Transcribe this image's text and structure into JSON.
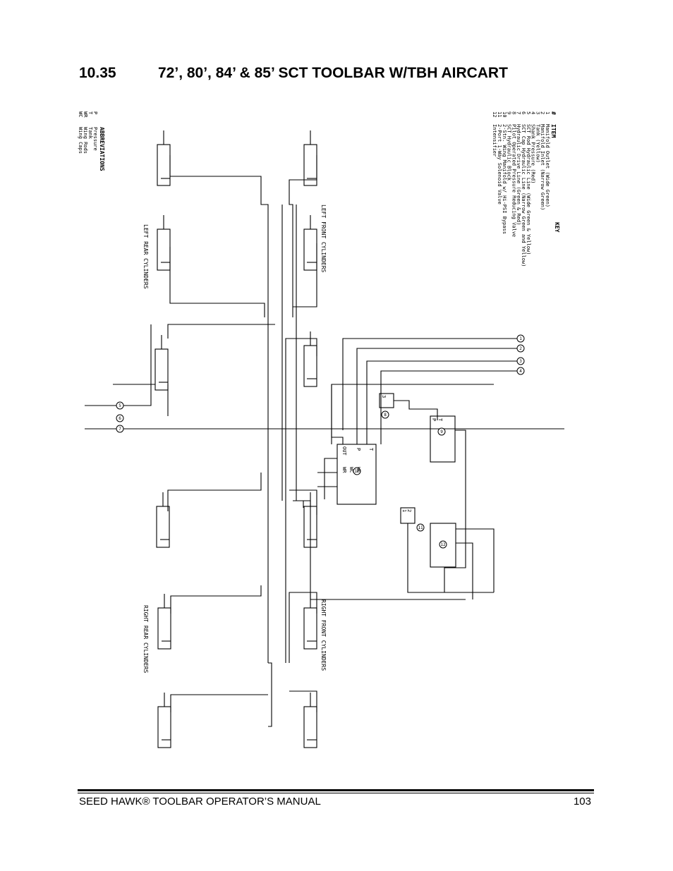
{
  "heading": {
    "number": "10.35",
    "title": "72’, 80’, 84’ & 85’ SCT TOOLBAR W/TBH AIRCART"
  },
  "diagram": {
    "key": {
      "title": "KEY",
      "col_number": "#",
      "col_item": "ITEM",
      "items": [
        "Manifold Outlet (Wide Green)",
        "Manifold Inlet (Narrow Green)",
        "Tank (Yellow)",
        "Shank Pressure (Red)",
        "SCT Rod Hydraulic Line (Wide Green & Yellow)",
        "SCT Cap Hydraulic Line (Narrow Green and Yellow)",
        "Hydraulic Drive Line (Green & Red)",
        "Pilot Operated Pressure Reducing Valve",
        "SCT Hydraulic Block",
        "2-Stn. Wing Manifold w/ Hi-PSI Bypass",
        "2-Port 1-Way Solenoid Valve",
        "Intensifier"
      ]
    },
    "abbreviations": {
      "title": "ABBREVIATIONS",
      "items": [
        {
          "code": "P",
          "meaning": "Pressure"
        },
        {
          "code": "T",
          "meaning": "Tank"
        },
        {
          "code": "WR",
          "meaning": "Wing Rods"
        },
        {
          "code": "WC",
          "meaning": "Wing Caps"
        }
      ]
    },
    "groups": {
      "left_rear": "LEFT REAR CYLINDERS",
      "left_front": "LEFT FRONT CYLINDERS",
      "right_rear": "RIGHT REAR CYLINDERS",
      "right_front": "RIGHT FRONT CYLINDERS"
    },
    "callouts": [
      "1",
      "2",
      "3",
      "4",
      "5",
      "6",
      "7",
      "8",
      "9",
      "10",
      "11",
      "12"
    ],
    "block_ports": {
      "p": "P",
      "t": "T",
      "out": "OUT",
      "wr": "WR",
      "wc": "WC"
    },
    "valve_ports": {
      "one": "1",
      "two": "2",
      "three": "3"
    }
  },
  "footer": {
    "manual": "SEED HAWK® TOOLBAR OPERATOR’S MANUAL",
    "page": "103"
  }
}
